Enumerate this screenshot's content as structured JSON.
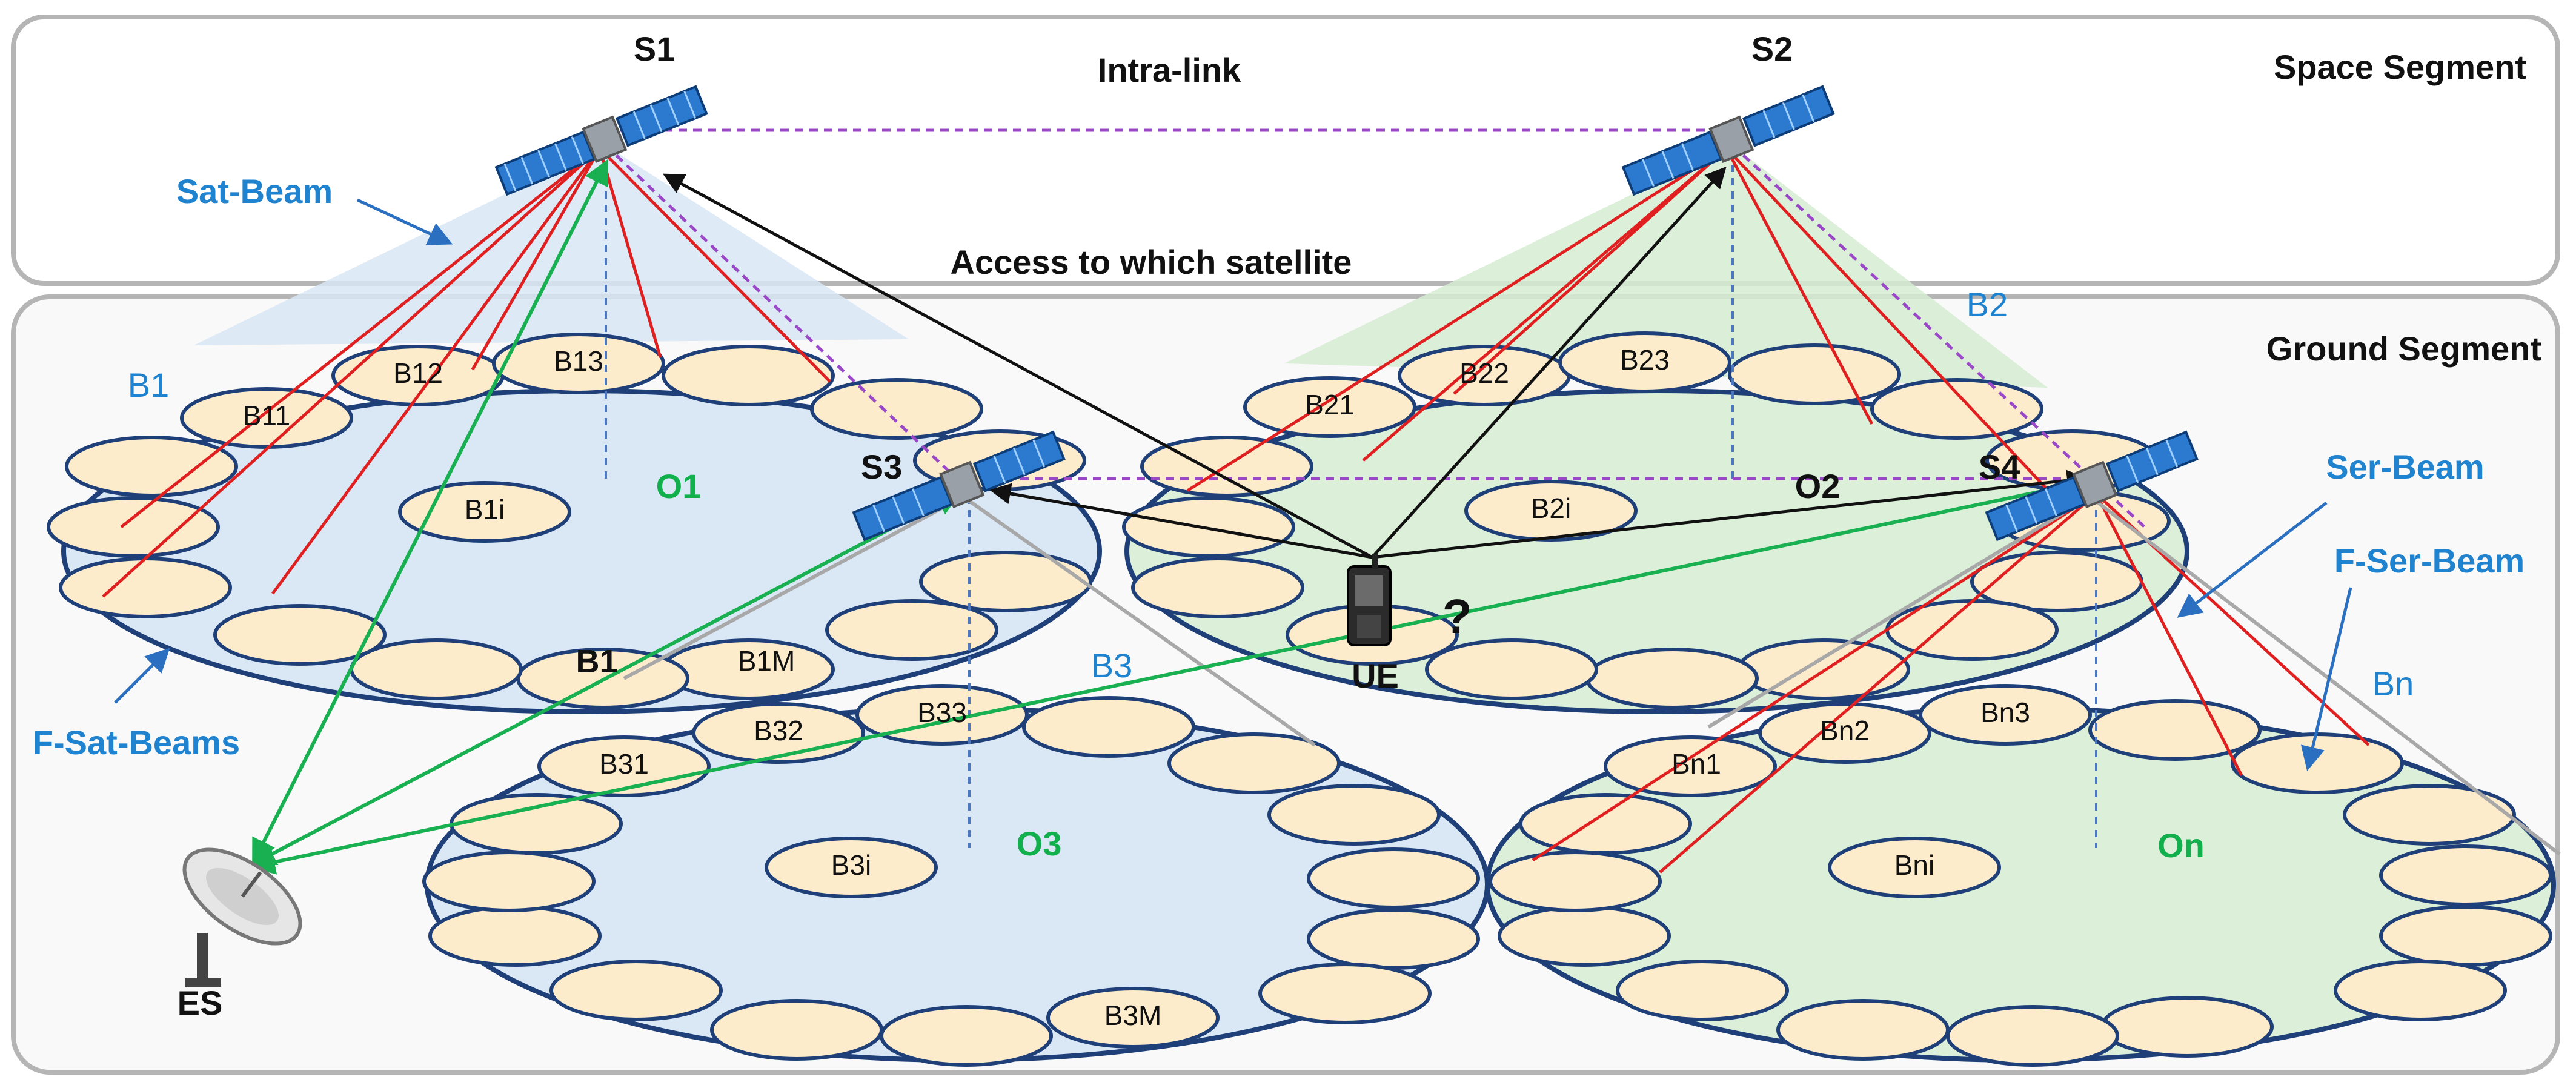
{
  "segments": {
    "space": "Space Segment",
    "ground": "Ground Segment"
  },
  "labels": {
    "intra_link": "Intra-link",
    "access": "Access to which satellite",
    "sat_beam": "Sat-Beam",
    "f_sat_beams": "F-Sat-Beams",
    "ser_beam": "Ser-Beam",
    "f_ser_beam": "F-Ser-Beam",
    "question": "?"
  },
  "satellites": {
    "s1": "S1",
    "s2": "S2",
    "s3": "S3",
    "s4": "S4"
  },
  "coverage": {
    "b1_top": "B1",
    "b1_bottom": "B1",
    "b2": "B2",
    "b3": "B3",
    "bn": "Bn"
  },
  "orbits": {
    "o1": "O1",
    "o2": "O2",
    "o3": "O3",
    "on": "On"
  },
  "beams": {
    "b11": "B11",
    "b12": "B12",
    "b13": "B13",
    "b1i": "B1i",
    "b1m": "B1M",
    "b21": "B21",
    "b22": "B22",
    "b23": "B23",
    "b2i": "B2i",
    "b31": "B31",
    "b32": "B32",
    "b33": "B33",
    "b3i": "B3i",
    "b3m": "B3M",
    "bn1": "Bn1",
    "bn2": "Bn2",
    "bn3": "Bn3",
    "bni": "Bni"
  },
  "ue": "UE",
  "es": "ES",
  "colors": {
    "space_frame": "#b5b5b5",
    "orbit_blue_fill": "#dae8f6",
    "orbit_green_fill": "#dcefd8",
    "beam_cell_fill": "#fdeccb",
    "orbit_stroke": "#1e3f78",
    "label_blue": "#1f83d0",
    "label_green": "#11b04c",
    "link_red": "#e02020",
    "link_green": "#18b050",
    "link_purple": "#9a48c8",
    "link_grey": "#a8a8a8"
  }
}
